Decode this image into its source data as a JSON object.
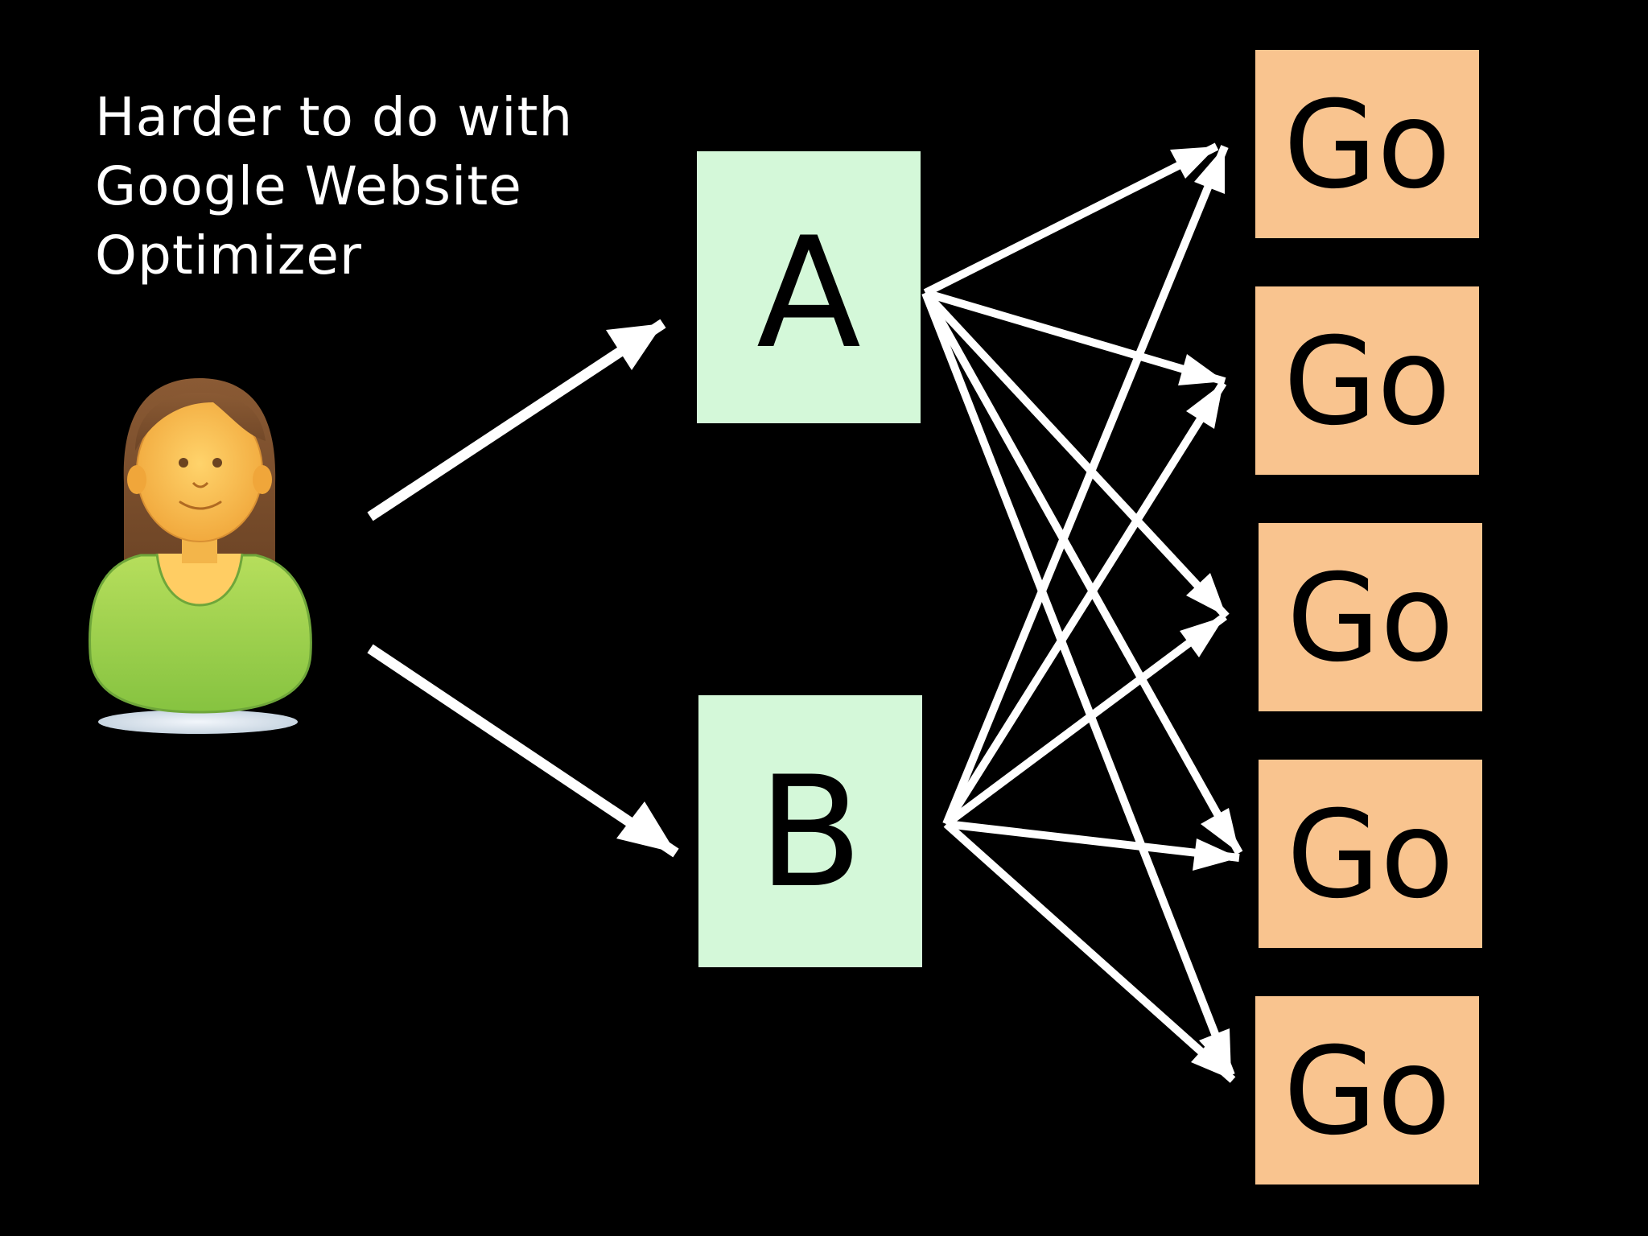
{
  "caption": {
    "lines": [
      "Harder to do with",
      "Google Website",
      "Optimizer"
    ]
  },
  "variants": {
    "a": {
      "label": "A"
    },
    "b": {
      "label": "B"
    }
  },
  "goals": [
    {
      "label": "Go"
    },
    {
      "label": "Go"
    },
    {
      "label": "Go"
    },
    {
      "label": "Go"
    },
    {
      "label": "Go"
    }
  ],
  "colors": {
    "background": "#000000",
    "text": "#ffffff",
    "arrow": "#ffffff",
    "variant_fill": "#d4f8d9",
    "goal_fill": "#f9c48f",
    "label_text": "#000000"
  },
  "icons": {
    "visitor": "woman-user-icon"
  }
}
